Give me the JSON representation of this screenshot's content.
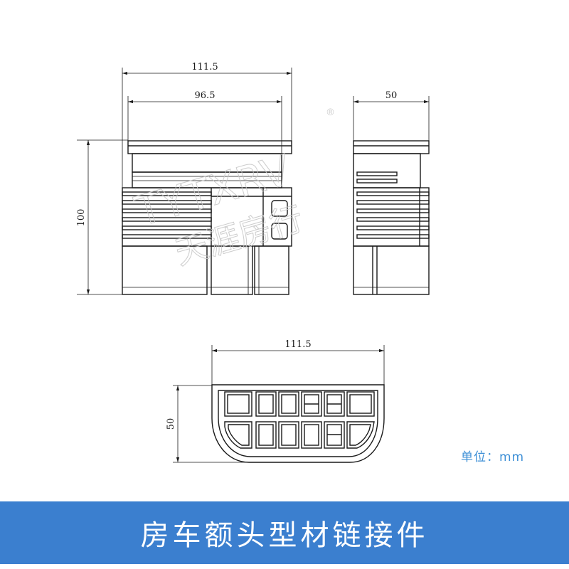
{
  "dimensions": {
    "front_width": "111.5",
    "front_inner_width": "96.5",
    "side_width": "50",
    "height": "100",
    "bottom_width": "111.5",
    "bottom_depth": "50"
  },
  "watermark": {
    "latin": "TYTXRV",
    "chinese": "天涯房行",
    "registered": "®"
  },
  "unit_label": "单位：mm",
  "title": "房车额头型材链接件"
}
